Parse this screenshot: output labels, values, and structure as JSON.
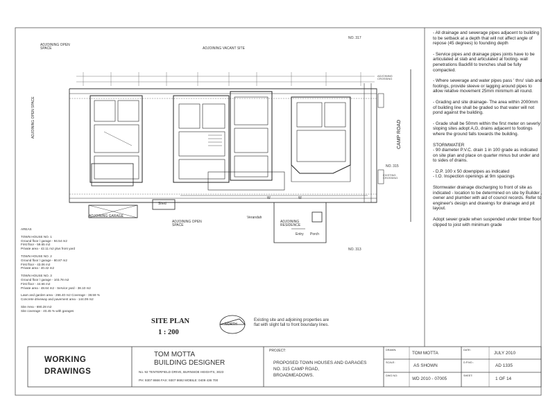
{
  "sheet": {
    "street": "CAMP ROAD",
    "adjoining_open_space_top": "ADJOINING OPEN SPACE",
    "adjoining_vacant_site": "ADJOINING VACANT SITE",
    "no_317": "NO. 317",
    "adjoining_crossing": "ADJOINING CROSSING",
    "adjoining_open_space_left": "ADJOINING OPEN SPACE",
    "no_315": "NO. 315",
    "existing_crossing": "EXISTING CROSSING",
    "shed": "Shed",
    "adjoining_garage": "ADJOINING GARAGE",
    "adjoining_open_space_bottom": "ADJOINING OPEN SPACE",
    "verandah": "Verandah",
    "adjoining_residence": "ADJOINING RESIDENCE",
    "entry": "Entry",
    "porch": "Porch",
    "no_313": "NO. 313",
    "site_plan": "SITE PLAN",
    "scale": "1 : 200",
    "north": "NORTH",
    "site_note": "Existing site and adjoining properties are flat with slight fall to front boundary lines."
  },
  "areas": {
    "heading": "AREAS",
    "th1": {
      "title": "TOWN HOUSE NO. 1",
      "ground": "Ground floor / garage - 94.54 m2",
      "first": "First floor - 59.65 m2",
      "private": "Private area - 42.11 m2 plus front yard"
    },
    "th2": {
      "title": "TOWN HOUSE NO. 2",
      "ground": "Ground floor / garage - 80.87 m2",
      "first": "First floor - 43.06 m2",
      "private": "Private area - 40.42 m2"
    },
    "th3": {
      "title": "TOWN HOUSE NO. 3",
      "ground": "Ground floor / garage - 103.78 m2",
      "first": "First floor - 44.56 m2",
      "private": "Private area - 48.64 m2 - Service yard - 38.10 m2"
    },
    "lawn": "Lawn and garden area - 266.40 m2  Coverage - 38.59 %",
    "concrete": "Concrete driveway and pavement area - 144.09 m2",
    "site_area": "Site Area - 690.28 m2",
    "site_coverage": "Site coverage - 40.45 % with garages"
  },
  "notes": {
    "n1": "- All drainage and sewerage pipes adjacent to building to be setback at a depth that will not affect angle of repose (45 degrees) to founding depth",
    "n2": "- Service pipes and drainage pipes joints have to be articulated at slab and articulated at footing- wall penetrations Backfill to trenches shall be fully compacted.",
    "n3": "- Where sewerage and water pipes pass ' thru' slab and footings, provide sleeve or lagging around pipes to allow relative movement 25mm minimum all round.",
    "n4": "- Grading and site drainage- The area within 2000mm of building line shall be graded so that water will not pond against the building.",
    "n5": "- Grade shall be 50mm within the first meter on severly sloping sites adopt A,G, drains adjacent to footings where the ground falls towards the building.",
    "stormwater": "STORMWATER",
    "n6": "- 90 diameter P.V.C. drain 1 in 100 grade as indicated on site plan and place on quarter minus but under and to sides of drains.",
    "n7a": "- D.P.  100 x 50 downpipes as indicated",
    "n7b": "- I.O.   Inspection openings at 9m spacings",
    "n8": "Stormwater drainage discharging to front of site as indicated - location to be determined on site by Builder , owner and plumber with aid of council records. Refer to engineer's design and drawings for drainage and pit layout.",
    "n9": "Adopt sewer grade when suspended under timber floor clipped to joist with minimum grade"
  },
  "title_block": {
    "working": "WORKING",
    "drawings": "DRAWINGS",
    "designer_name": "TOM MOTTA",
    "designer_title": "BUILDING DESIGNER",
    "address": "No. 92 TENTERFIELD DRIVE, BURNSIDE HEIGHTS, 3023",
    "phones": "PH: 9307 8666      FAX: 9307 8692      MOBILE: 0409 436 700",
    "project_label": "PROJECT:",
    "project_l1": "PROPOSED TOWN HOUSES AND GARAGES",
    "project_l2": "NO. 315 CAMP ROAD,",
    "project_l3": "BROADMEADOWS.",
    "drawn_label": "DRAWN:",
    "drawn": "TOM MOTTA",
    "date_label": "DATE:",
    "date": "JULY 2010",
    "scale_label": "SCALE:",
    "scale": "AS  SHOWN",
    "dpno_label": "D.P.NO.:",
    "dpno": "AD  1335",
    "dwg_label": "DWG NO:",
    "dwg": "WD 2010 - 07005",
    "sheet_label": "SHEET:",
    "sheet": "1 OF 14"
  }
}
